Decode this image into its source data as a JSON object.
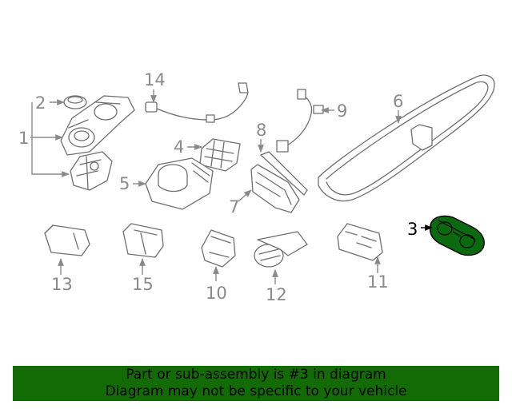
{
  "highlight_color": "#136b06",
  "highlighted_part": "3",
  "callouts": {
    "c1": "1",
    "c2": "2",
    "c3": "3",
    "c4": "4",
    "c5": "5",
    "c6": "6",
    "c7": "7",
    "c8": "8",
    "c9": "9",
    "c10": "10",
    "c11": "11",
    "c12": "12",
    "c13": "13",
    "c14": "14",
    "c15": "15"
  },
  "banner": {
    "line1": "Part or sub-assembly is #3 in diagram",
    "line2": "Diagram may not be specific to your vehicle"
  }
}
